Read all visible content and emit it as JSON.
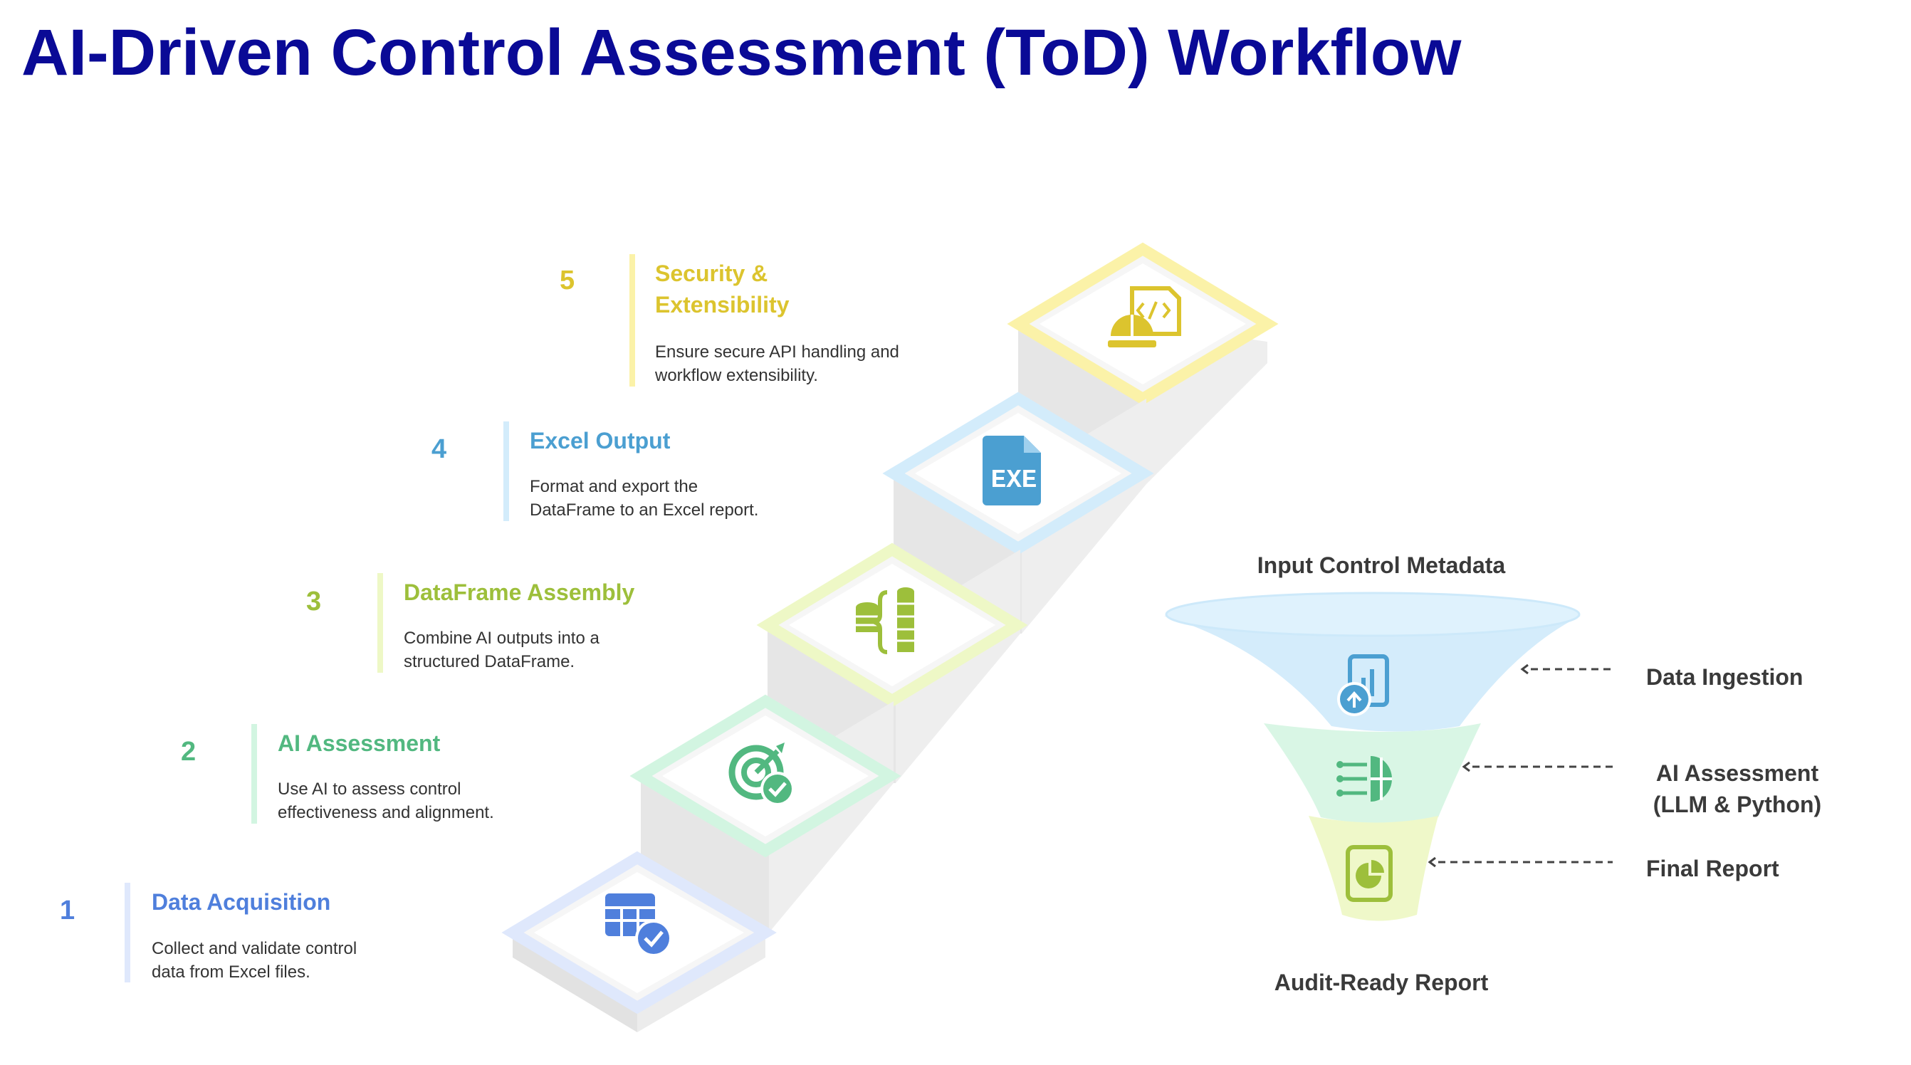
{
  "title": "AI-Driven Control Assessment (ToD) Workflow",
  "colors": {
    "title": "#0a0a96",
    "step1": "#4f7fdc",
    "step2": "#52b880",
    "step3": "#9dbf3b",
    "step4": "#4b9fd1",
    "step5": "#dcc42e"
  },
  "steps": [
    {
      "number": "1",
      "title": "Data Acquisition",
      "desc1": "Collect and validate control",
      "desc2": "data from Excel files.",
      "icon": "spreadsheet-check-icon"
    },
    {
      "number": "2",
      "title": "AI Assessment",
      "desc1": "Use AI to assess control",
      "desc2": "effectiveness and alignment.",
      "icon": "target-check-icon"
    },
    {
      "number": "3",
      "title": "DataFrame Assembly",
      "desc1": "Combine AI outputs into a",
      "desc2": "structured DataFrame.",
      "icon": "data-merge-icon"
    },
    {
      "number": "4",
      "title": "Excel Output",
      "desc1": "Format and export the",
      "desc2": "DataFrame to an Excel report.",
      "icon": "exe-file-icon",
      "icon_text": "EXE"
    },
    {
      "number": "5",
      "title1": "Security &",
      "title2": "Extensibility",
      "desc1": "Ensure secure API handling and",
      "desc2": "workflow extensibility.",
      "icon": "code-file-worker-icon"
    }
  ],
  "funnel": {
    "top_label": "Input Control Metadata",
    "bottom_label": "Audit-Ready Report",
    "stages": [
      {
        "label": "Data Ingestion",
        "icon": "report-upload-icon"
      },
      {
        "label1": "AI Assessment",
        "label2": "(LLM & Python)",
        "icon": "ai-brain-icon"
      },
      {
        "label": "Final Report",
        "icon": "pie-document-icon"
      }
    ]
  }
}
